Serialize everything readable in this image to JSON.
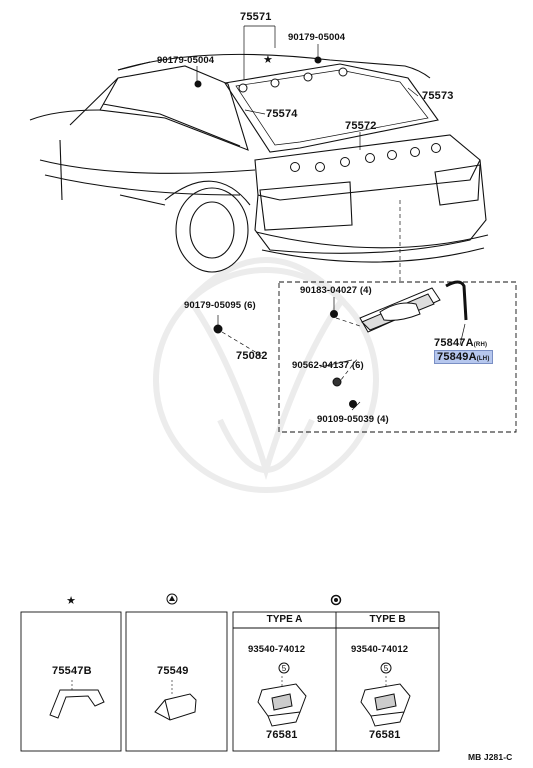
{
  "labels": {
    "p75571": "75571",
    "p90179_05004_r": "90179-05004",
    "p90179_05004_l": "90179-05004",
    "p75573": "75573",
    "p75574": "75574",
    "p75572": "75572",
    "p90183": "90183-04027 (4)",
    "p90179_05095": "90179-05095 (6)",
    "p75847": "75847A",
    "p75847_side": "(RH)",
    "p75849": "75849A",
    "p75849_side": "(LH)",
    "p75082": "75082",
    "p90562": "90562-04137 (6)",
    "p90109": "90109-05039 (4)"
  },
  "legend": {
    "star": "★",
    "cell1_part": "75547B",
    "cell2_part": "75549",
    "type_a": "TYPE A",
    "type_b": "TYPE B",
    "type_a_part_num": "93540-74012",
    "type_b_part_num": "93540-74012",
    "type_a_bottom": "76581",
    "type_b_bottom": "76581",
    "circle5": "5"
  },
  "footer": {
    "code": "MB J281-C"
  },
  "colors": {
    "highlight": "#b6c7ee"
  }
}
